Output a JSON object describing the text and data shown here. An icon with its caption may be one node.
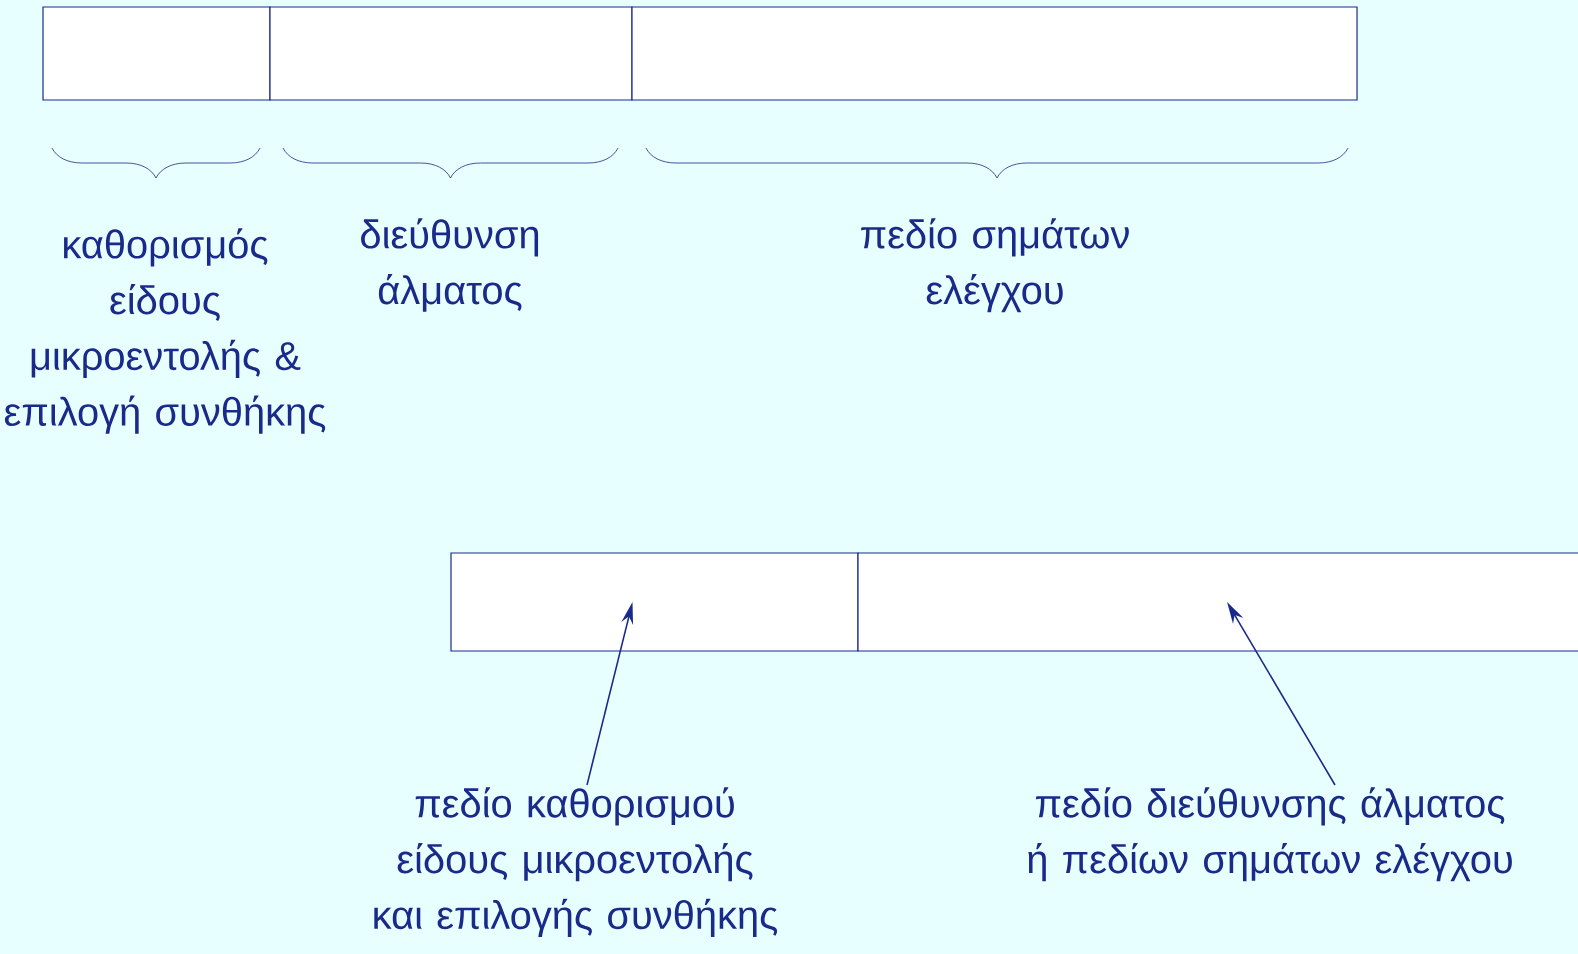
{
  "diagram": {
    "nodes": [
      {
        "text": [],
        "shape": "box",
        "beside": [
          "καθορισμός είδους μικροεντολής & επιλογή συνθήκης"
        ]
      },
      {
        "text": [],
        "shape": "box",
        "beside": [
          "διεύθυνση άλματος"
        ]
      },
      {
        "text": [],
        "shape": "box",
        "beside": [
          "πεδίο σημάτων ελέγχου"
        ]
      },
      {
        "text": [],
        "shape": "box"
      },
      {
        "text": [],
        "shape": "box"
      },
      {
        "text": [
          "πεδίο καθορισμού είδους μικροεντολής και επιλογής συνθήκης"
        ]
      },
      {
        "text": [
          "πεδίο διεύθυνσης άλματος ή πεδίων σημάτων ελέγχου"
        ]
      }
    ],
    "edges": [
      {
        "from": 5,
        "to": 3,
        "arrow": "to"
      },
      {
        "from": 6,
        "to": 4,
        "arrow": "to"
      }
    ]
  }
}
